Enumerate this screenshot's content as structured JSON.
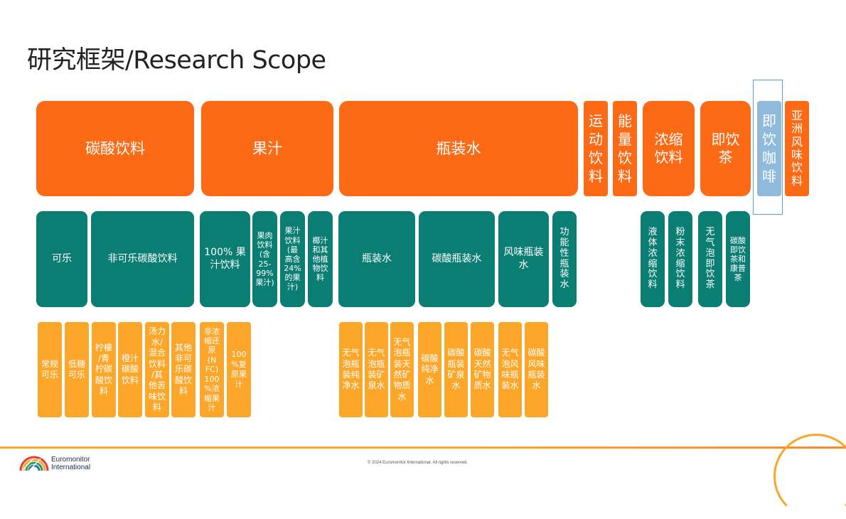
{
  "title": "研究框架/Research Scope",
  "colors": {
    "level1": "#fc6a16",
    "level2": "#0b7e74",
    "level3": "#fca62a",
    "selected": "#8fbadb"
  },
  "level1": [
    "碳酸饮料",
    "果汁",
    "瓶装水",
    "运\n动\n饮\n料",
    "能\n量\n饮\n料",
    "浓缩\n饮料",
    "即饮\n茶",
    "即\n饮\n咖\n啡",
    "亚\n洲\n风\n味\n饮\n料"
  ],
  "level2": [
    "可乐",
    "非可乐碳酸饮料",
    "100% 果\n汁饮料",
    "果肉\n饮料\n(含\n25-\n99%\n果汁)",
    "果汁\n饮料\n(最\n高含\n24%\n的果\n汁)",
    "椰汁\n和其\n他植\n物饮\n料",
    "瓶装水",
    "碳酸瓶装水",
    "风味瓶装\n水",
    "功\n能\n性\n瓶\n装\n水",
    "液\n体\n浓\n缩\n饮\n料",
    "粉\n末\n浓\n缩\n饮\n料",
    "无\n气\n泡\n即\n饮\n茶",
    "碳酸\n即饮\n茶和\n康普\n茶"
  ],
  "level3": [
    "常规\n可乐",
    "低糖\n可乐",
    "柠檬\n/青\n柠碳\n酸饮\n料",
    "橙汁\n碳酸\n饮料",
    "汤力\n水/\n混合\n饮料\n/其\n他苦\n味饮\n料",
    "其他\n非可\n乐碳\n酸饮\n料",
    "非浓\n缩还\n原\n(N\nFC)\n100\n%浓\n缩果\n汁",
    "100\n%复\n原果\n汁",
    "无气\n泡瓶\n装纯\n净水",
    "无气\n泡瓶\n装矿\n泉水",
    "无气\n泡瓶\n装天\n然矿\n物质\n水",
    "碳酸\n纯净\n水",
    "碳酸\n瓶装\n矿泉\n水",
    "碳酸\n天然\n矿物\n质水",
    "无气\n泡风\n味瓶\n装水",
    "碳酸\n风味\n瓶装\n水"
  ],
  "footer": {
    "logo_line1": "Euromonitor",
    "logo_line2": "International",
    "copyright": "© 2024 Euromonitor International. All rights reserved."
  },
  "icons": {
    "logo": "euromonitor-rainbow-logo"
  }
}
